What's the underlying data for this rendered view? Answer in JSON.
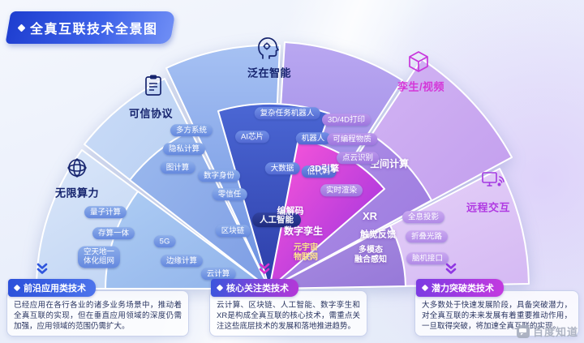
{
  "title": "全真互联技术全景图",
  "watermark": "百度知道",
  "categories": {
    "infinite_compute": "无限算力",
    "trusted_protocol": "可信协议",
    "ubiquitous_ai": "泛在智能",
    "twin_video": "孪生/视频",
    "remote_interaction": "远程交互",
    "spatial_computing": "空间计算"
  },
  "tech": {
    "duofang": "多方系统",
    "yinsi": "隐私计算",
    "tujisuan": "图计算",
    "shuzishenfen": "数字身份",
    "lingxinren": "零信任",
    "liangzi": "量子计算",
    "cunsuan": "存算一体",
    "kongtiandi": "空天地一\n体化组网",
    "g5": "5G",
    "bianyuan": "边缘计算",
    "yunjisuan": "云计算",
    "qukuailian": "区块链",
    "rengongzhineng": "人工智能",
    "dashuju": "大数据",
    "didaima": "低代码",
    "fuzarenwu": "复杂任务机器人",
    "aichip": "AI芯片",
    "jiqiren": "机器人",
    "bianjiema": "编解码",
    "shuzilsheng": "数字孪生",
    "yuan_iot": "元宇宙\n物联网",
    "dayin": "3D/4D打印",
    "kebiancheng": "可编程物质",
    "dianyun": "点云识别",
    "engine3d": "3D引擎",
    "shishixuanran": "实时渲染",
    "xr": "XR",
    "chujue": "触觉反馈",
    "duomotai": "多模态\n融合感知",
    "quanxi": "全息投影",
    "zhedie": "折叠光路",
    "naoji": "脑机接口"
  },
  "boxes": [
    {
      "header": "前沿应用类技术",
      "body": "已经应用在各行各业的诸多业务场景中，推动着全真互联的实现，但在垂直应用领域的深度仍需加强，应用领域的范围仍需扩大。"
    },
    {
      "header": "核心关注类技术",
      "body": "云计算、区块链、人工智能、数字孪生和XR是构成全真互联的核心技术，需重点关注这些底层技术的发展和落地推进趋势。"
    },
    {
      "header": "潜力突破类技术",
      "body": "大多数处于快速发展阶段，具备突破潜力，对全真互联的未来发展有着重要推动作用，一旦取得突破，将加速全真互联的实现。"
    }
  ],
  "colors": {
    "accent_blue": "#2b50da",
    "accent_magenta": "#d436d8",
    "accent_purple": "#9037e2"
  }
}
